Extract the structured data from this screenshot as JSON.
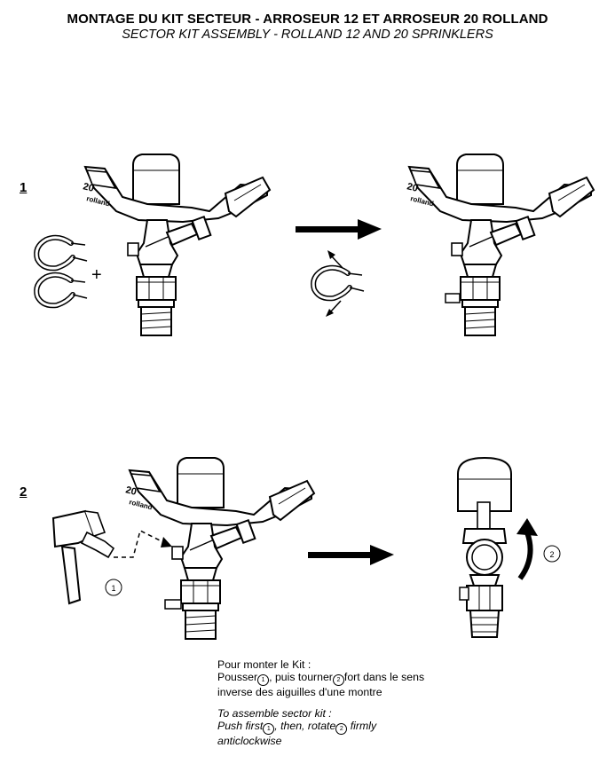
{
  "title": {
    "fr": "MONTAGE DU KIT SECTEUR - ARROSEUR 12 ET ARROSEUR 20 ROLLAND",
    "en": "SECTOR KIT ASSEMBLY - ROLLAND 12 AND 20 SPRINKLERS"
  },
  "steps": {
    "one": "1",
    "two": "2"
  },
  "sprinkler": {
    "badge_number": "20",
    "brand": "rolland"
  },
  "plus_sign": "+",
  "callouts": {
    "push": "1",
    "rotate": "2"
  },
  "instructions": {
    "fr": {
      "line1": "Pour monter le Kit :",
      "line2_a": "Pousser",
      "circle1": "1",
      "line2_b": ", puis tourner",
      "circle2": "2",
      "line2_c": "fort dans le sens",
      "line3": "inverse des aiguilles d'une montre"
    },
    "en": {
      "line1": "To assemble sector kit :",
      "line2_a": "Push first",
      "circle1": "1",
      "line2_b": ", then, rotate",
      "circle2": "2",
      "line2_c": " firmly",
      "line3": "anticlockwise"
    }
  },
  "icons": [
    "clip-icon",
    "arrow-right-icon",
    "curved-arrow-icon",
    "dashed-arrow-icon"
  ],
  "colors": {
    "line": "#000000",
    "fill": "#ffffff",
    "shade": "#c8c8c8"
  }
}
